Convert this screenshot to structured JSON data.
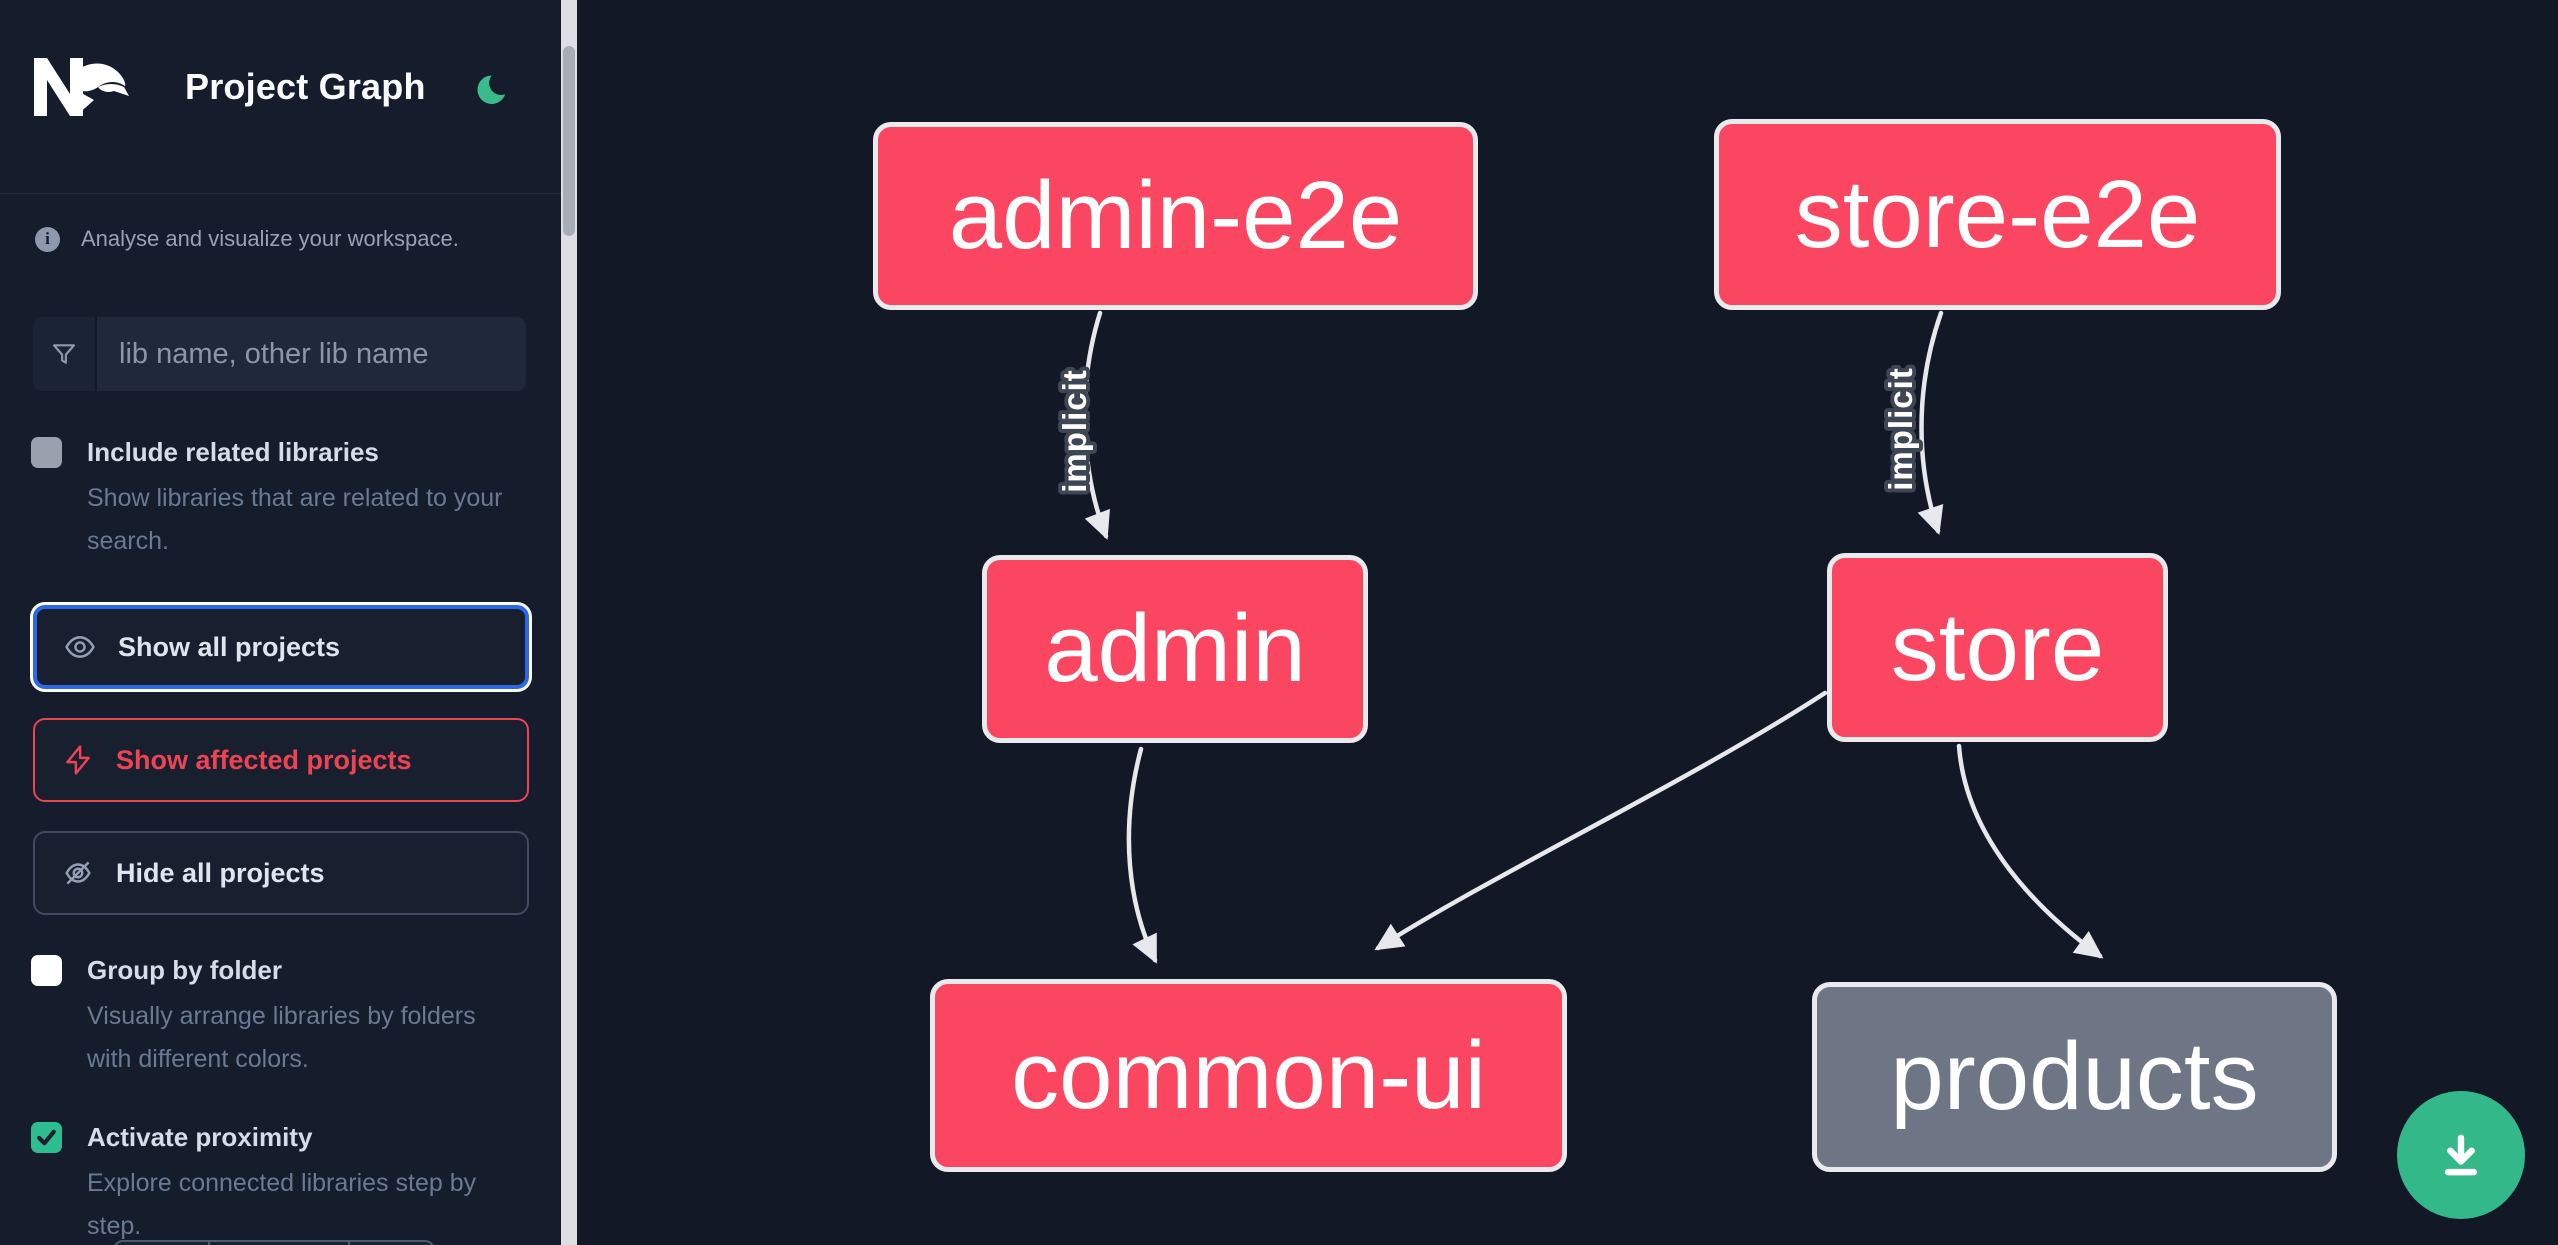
{
  "header": {
    "title": "Project Graph",
    "logo_icon": "nx-logo",
    "theme_toggle_icon": "moon-icon"
  },
  "sidebar": {
    "tagline": "Analyse and visualize your workspace.",
    "tagline_icon": "info-icon",
    "search": {
      "placeholder": "lib name, other lib name",
      "icon": "filter-funnel-icon",
      "value": ""
    },
    "checkboxes": [
      {
        "label": "Include related libraries",
        "description": "Show libraries that are related to your search.",
        "checked": false,
        "style": "gray"
      },
      {
        "label": "Group by folder",
        "description": "Visually arrange libraries by folders with different colors.",
        "checked": false,
        "style": "white"
      },
      {
        "label": "Activate proximity",
        "description": "Explore connected libraries step by step.",
        "checked": true,
        "style": "green"
      }
    ],
    "buttons": [
      {
        "label": "Show all projects",
        "icon": "eye-icon",
        "state": "focused"
      },
      {
        "label": "Show affected projects",
        "icon": "bolt-icon",
        "state": "danger"
      },
      {
        "label": "Hide all projects",
        "icon": "eye-off-icon",
        "state": "default"
      }
    ]
  },
  "graph": {
    "nodes": [
      {
        "id": "admin-e2e",
        "label": "admin-e2e",
        "type": "affected"
      },
      {
        "id": "store-e2e",
        "label": "store-e2e",
        "type": "affected"
      },
      {
        "id": "admin",
        "label": "admin",
        "type": "affected"
      },
      {
        "id": "store",
        "label": "store",
        "type": "affected"
      },
      {
        "id": "common-ui",
        "label": "common-ui",
        "type": "affected"
      },
      {
        "id": "products",
        "label": "products",
        "type": "unaffected"
      }
    ],
    "edges": [
      {
        "from": "admin-e2e",
        "to": "admin",
        "label": "implicit"
      },
      {
        "from": "store-e2e",
        "to": "store",
        "label": "implicit"
      },
      {
        "from": "admin",
        "to": "common-ui",
        "label": ""
      },
      {
        "from": "store",
        "to": "common-ui",
        "label": ""
      },
      {
        "from": "store",
        "to": "products",
        "label": ""
      }
    ]
  },
  "fab": {
    "icon": "download-icon"
  },
  "colors": {
    "affected_node": "#fa4661",
    "unaffected_node": "#6e7686",
    "node_border": "#e9eaec",
    "edge": "#e6e8ec",
    "accent_green": "#33b889",
    "focus_blue": "#2d68e8",
    "danger_red": "#ee4352",
    "canvas_background": "#121826",
    "sidebar_background": "#151c2b"
  }
}
